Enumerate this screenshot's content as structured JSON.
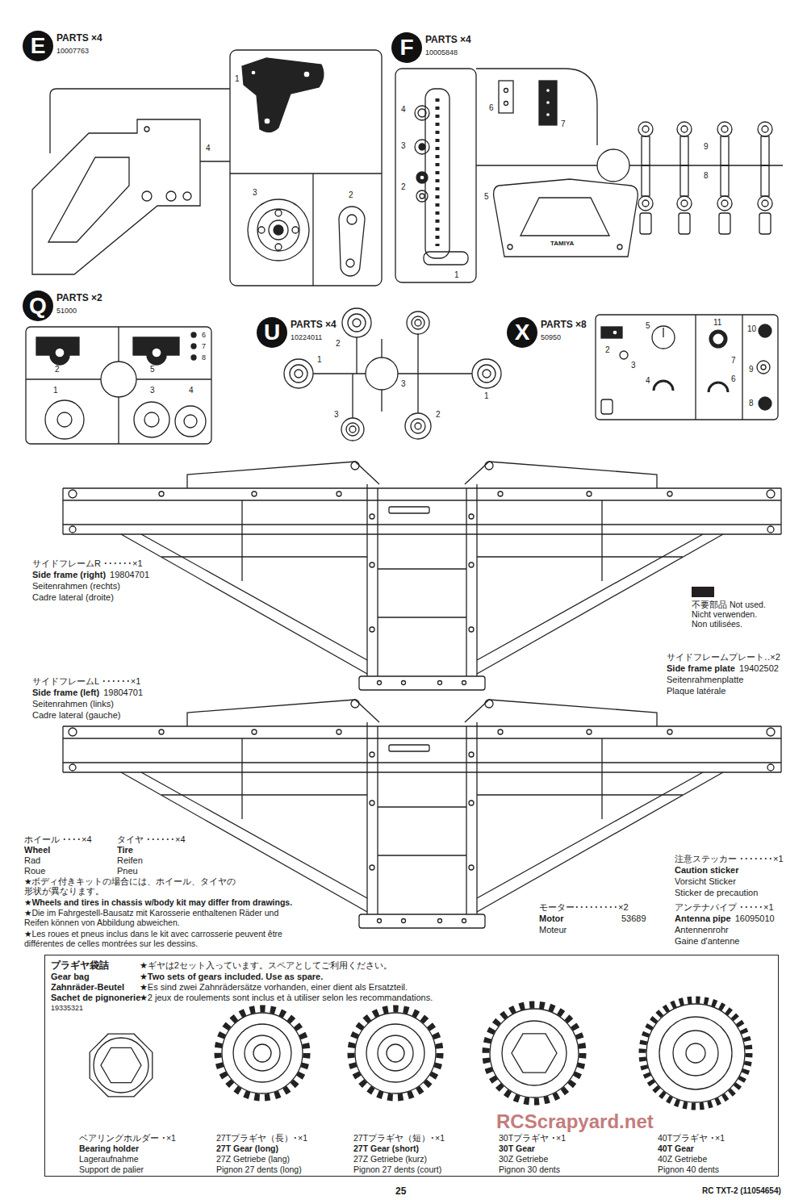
{
  "diagram": {
    "nodes": [
      {
        "text": [
          "E",
          "PARTS ×4",
          "10007763"
        ]
      },
      {
        "text": [
          "F",
          "PARTS ×4",
          "10005848"
        ]
      },
      {
        "text": [
          "Q",
          "PARTS ×2",
          "51000"
        ]
      },
      {
        "text": [
          "U",
          "PARTS ×4",
          "10224011"
        ]
      },
      {
        "text": [
          "X",
          "PARTS ×8",
          "50950"
        ]
      },
      {
        "text": [
          "プラギヤ袋詰",
          "Gear bag",
          "Zahnräder-Beutel",
          "Sachet de pignonerie",
          "19335321",
          "★ギヤは2セット入っています。スペアとしてご利用ください。",
          "★Two sets of gears included. Use as spare.",
          "★Es sind zwei Zahnrädersätze vorhanden, einer dient als Ersatzteil.",
          "★2 jeux de roulements sont inclus et à utiliser selon les recommandations."
        ]
      }
    ],
    "labels": [
      "1",
      "4",
      "3",
      "2",
      "4",
      "3",
      "2",
      "1",
      "6",
      "7",
      "5",
      "TAMIYA",
      "9",
      "8",
      "2",
      "5",
      "6",
      "7",
      "8",
      "1",
      "3",
      "4",
      "2",
      "1",
      "3",
      "3",
      "1",
      "2",
      "2",
      "3",
      "5",
      "4",
      "11",
      "7",
      "6",
      "10",
      "9",
      "8",
      "サイドフレームR ･･････×1",
      "Side frame (right)",
      "19804701",
      "Seitenrahmen (rechts)",
      "Cadre lateral (droite)",
      "サイドフレームL ･･････×1",
      "Side frame (left)",
      "19804701",
      "Seitenrahmen (links)",
      "Cadre lateral (gauche)",
      "サイドフレームプレート‥×2",
      "Side frame plate",
      "19402502",
      "Seitenrahmenplatte",
      "Plaque latérale",
      "ホイール ････×4",
      "Wheel",
      "Rad",
      "Roue",
      "タイヤ ･･････×4",
      "Tire",
      "Reifen",
      "Pneu",
      "★ボディ付きキットの場合には、ホイール、タイヤの 形状が異なります。",
      "★Wheels and tires in chassis w/body kit may differ from drawings.",
      "★Die im Fahrgestell-Bausatz mit Karosserie enthaltenen Räder und Reifen können von Abbildung abweichen.",
      "★Les roues et pneus inclus dans le kit avec carrosserie peuvent être différentes de celles montrées sur les dessins.",
      "モーター･････････×2",
      "Motor",
      "53689",
      "Moteur",
      "注意ステッカー ･･･････×1",
      "Caution sticker",
      "Vorsicht Sticker",
      "Sticker de precaution",
      "アンテナパイプ ･････×1",
      "Antenna pipe",
      "16095010",
      "Antennenrohr",
      "Gaine d'antenne",
      "ベアリングホルダー ･×1",
      "Bearing holder",
      "Lageraufnahme",
      "Support de palier",
      "27Tプラギヤ（長）･×1",
      "27T Gear (long)",
      "27Z Getriebe (lang)",
      "Pignon 27 dents (long)",
      "27Tプラギヤ（短）･×1",
      "27T Gear (short)",
      "27Z Getriebe (kurz)",
      "Pignon 27 dents (court)",
      "30Tプラギヤ ･×1",
      "30T Gear",
      "30Z Getriebe",
      "Pignon 30 dents",
      "40Tプラギヤ ･×1",
      "40T Gear",
      "40Z Getriebe",
      "Pignon 40 dents",
      "25",
      "RC TXT-2 (11054654)",
      "RCScrapyard.net"
    ],
    "legend": [
      {
        "text": "不要部品 Not used. Nicht verwenden. Non utilisées.",
        "color": "#231f20"
      }
    ]
  }
}
